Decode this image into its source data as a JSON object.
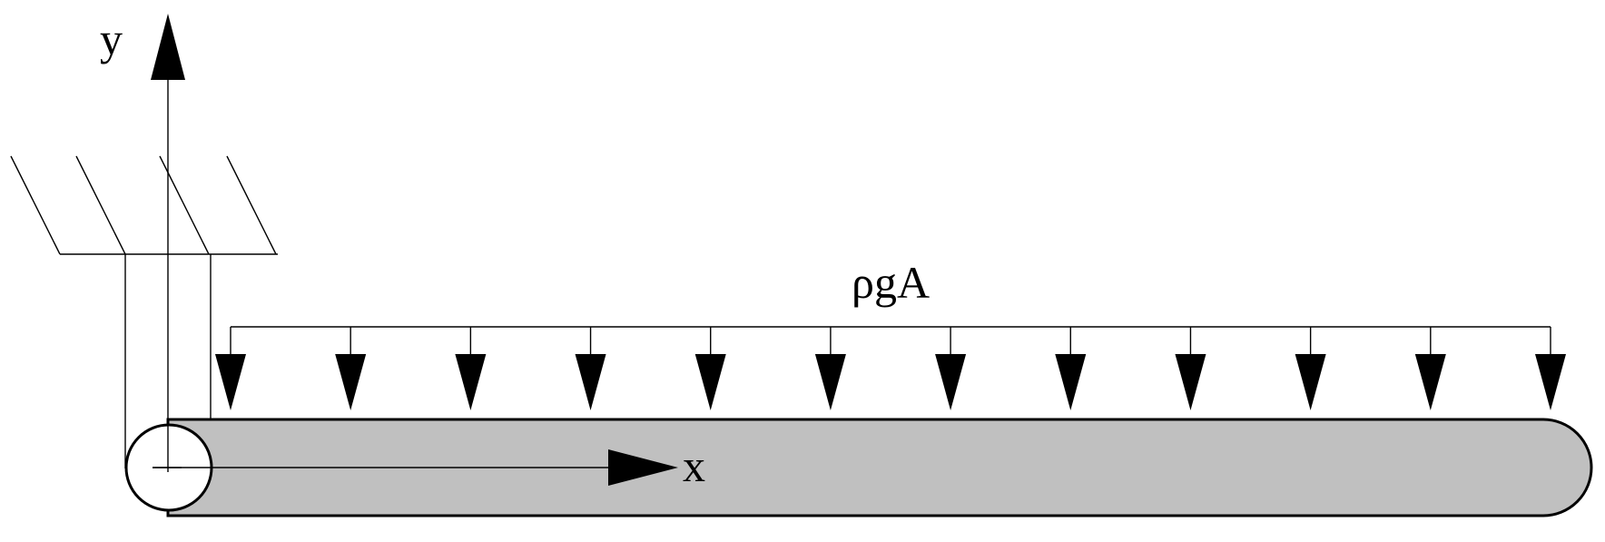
{
  "diagram": {
    "labels": {
      "y_axis": "y",
      "x_axis": "x",
      "load": "ρgA"
    },
    "load_arrow_count": 12,
    "colors": {
      "rod_fill": "#c0c0c0",
      "stroke": "#000000",
      "end_cap_fill": "#ffffff",
      "background": "#ffffff"
    }
  }
}
